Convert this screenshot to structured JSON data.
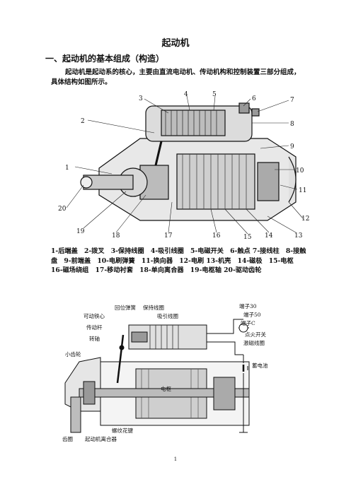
{
  "page_title": "起动机",
  "section_heading": "一、起动机的基本组成（构造）",
  "intro_text": "起动机是起动系的核心，主要由直流电动机、传动机构和控制装置三部分组成，具体结构如图所示。",
  "figure1": {
    "callouts": [
      "1",
      "2",
      "3",
      "4",
      "5",
      "6",
      "7",
      "8",
      "9",
      "10",
      "11",
      "12",
      "13",
      "14",
      "15",
      "16",
      "17",
      "18",
      "19",
      "20"
    ],
    "caption": "1-后端盖　2-拨叉　3-保持线圈　4-吸引线圈　5-电磁开关　6-触点 7-接线柱　8-接触盘　9-前端盖　10-电刷弹簧　11-换向器　12-电刷 13-机壳　14-磁极　15-电枢　16-磁场绕组　17-移动衬套　18-单向离合器　19-电枢轴 20-驱动齿轮"
  },
  "figure2": {
    "labels": {
      "spring": "回位弹簧",
      "hold_coil": "保持线圈",
      "movable_core": "可动铁心",
      "pull_coil": "吸引线圈",
      "lever": "传动杆",
      "pivot": "转轴",
      "pinion": "小齿轮",
      "armature": "电枢",
      "terminal30": "端子30",
      "terminal50": "端子50",
      "terminalC": "端子C",
      "ignition": "点火开关",
      "field_coil": "激磁线圈",
      "battery": "蓄电池",
      "spline": "螺纹花键",
      "ring_gear": "齿圈",
      "clutch": "起动机离合器"
    }
  },
  "page_number": "1"
}
